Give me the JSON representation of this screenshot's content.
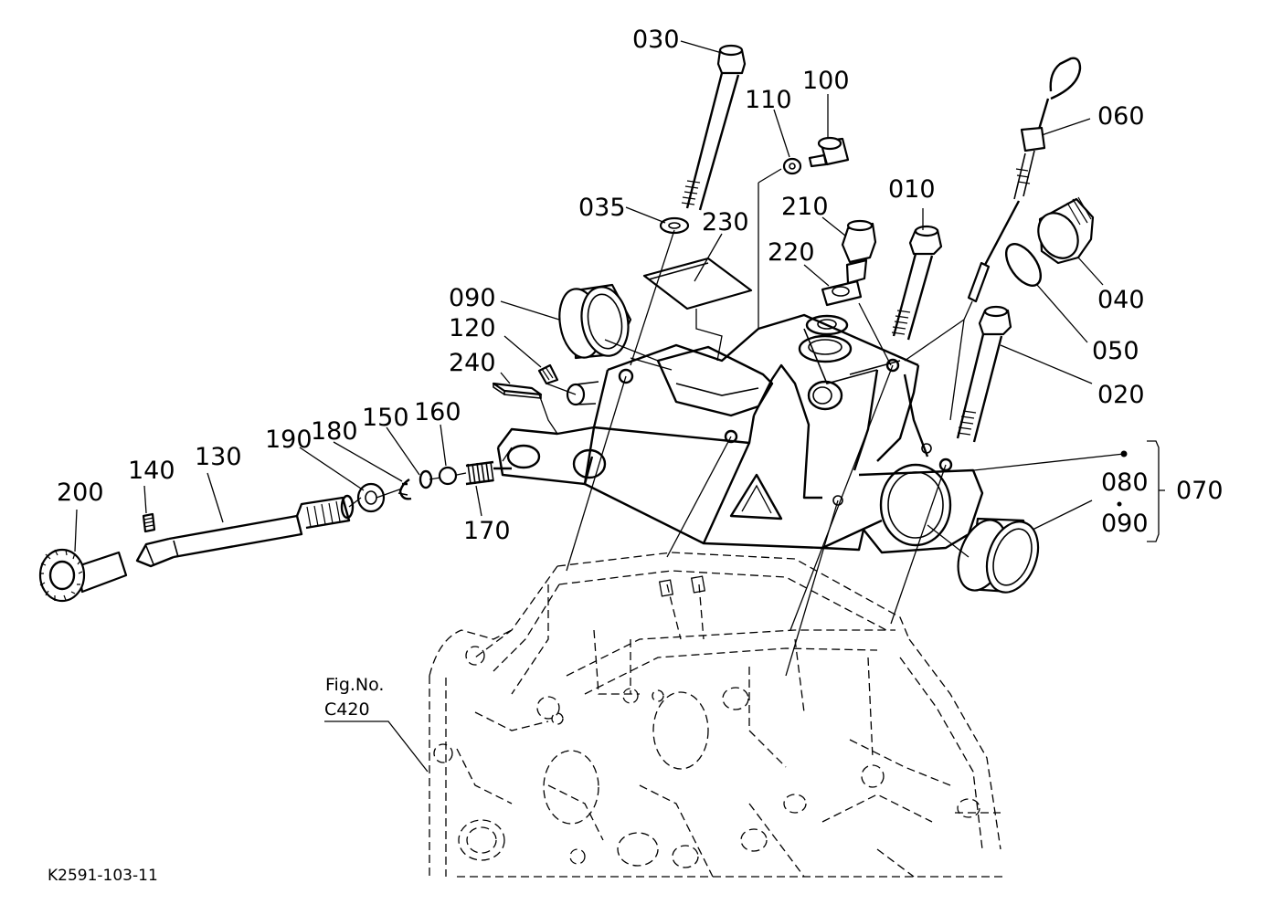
{
  "figure_code": "K2591-103-11",
  "reference": {
    "line1": "Fig.No.",
    "line2": "C420"
  },
  "parts": {
    "p010": "010",
    "p020": "020",
    "p030": "030",
    "p035": "035",
    "p040": "040",
    "p050": "050",
    "p060": "060",
    "p070": "070",
    "p080": "080",
    "p090a": "090",
    "p090b": "090",
    "p100": "100",
    "p110": "110",
    "p120": "120",
    "p130": "130",
    "p140": "140",
    "p150": "150",
    "p160": "160",
    "p170": "170",
    "p180": "180",
    "p190": "190",
    "p200": "200",
    "p210": "210",
    "p220": "220",
    "p230": "230",
    "p240": "240"
  }
}
